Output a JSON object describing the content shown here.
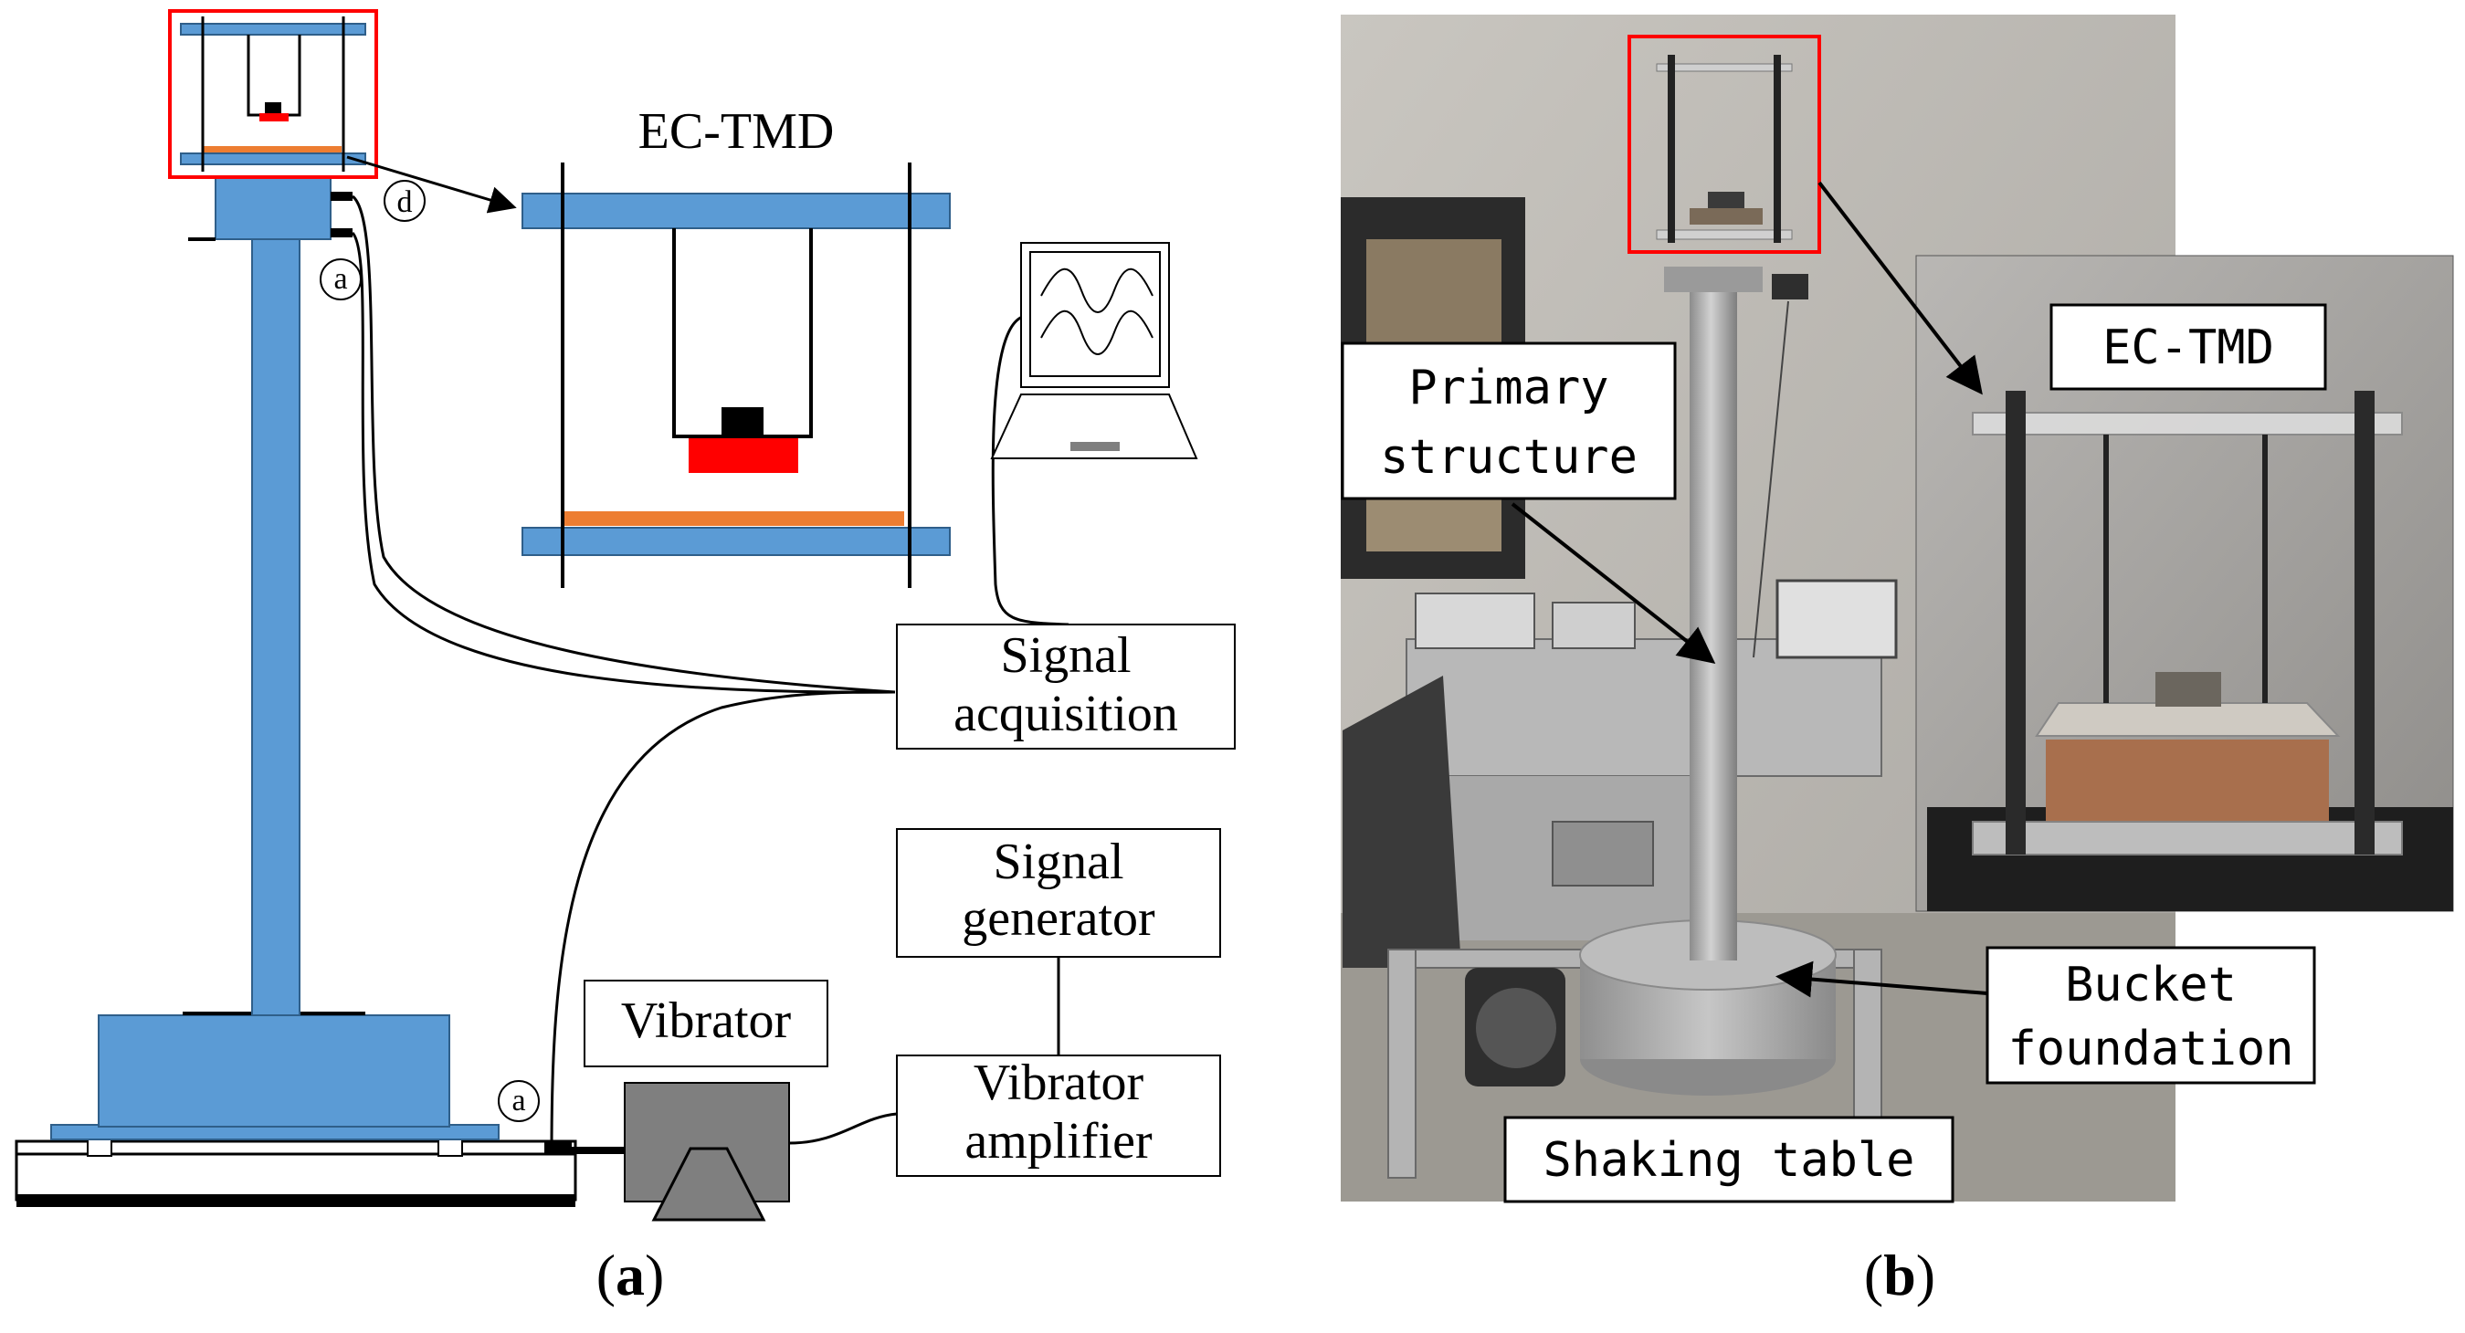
{
  "panel_a": {
    "ec_tmd_title": "EC-TMD",
    "signal_acquisition": [
      "Signal",
      "acquisition"
    ],
    "signal_generator": [
      "Signal",
      "generator"
    ],
    "vibrator_amplifier": [
      "Vibrator",
      "amplifier"
    ],
    "vibrator": "Vibrator",
    "sensor_a": "a",
    "sensor_d": "d",
    "caption_letter": "a"
  },
  "panel_b": {
    "primary_structure": [
      "Primary",
      "structure"
    ],
    "ec_tmd": "EC-TMD",
    "bucket_foundation": [
      "Bucket",
      "foundation"
    ],
    "shaking_table": "Shaking table",
    "caption_letter": "b"
  },
  "colors": {
    "structure_blue": "#5b9bd5",
    "highlight_red": "#ff0000",
    "copper_orange": "#ed7d31",
    "vibrator_gray": "#7f7f7f"
  }
}
